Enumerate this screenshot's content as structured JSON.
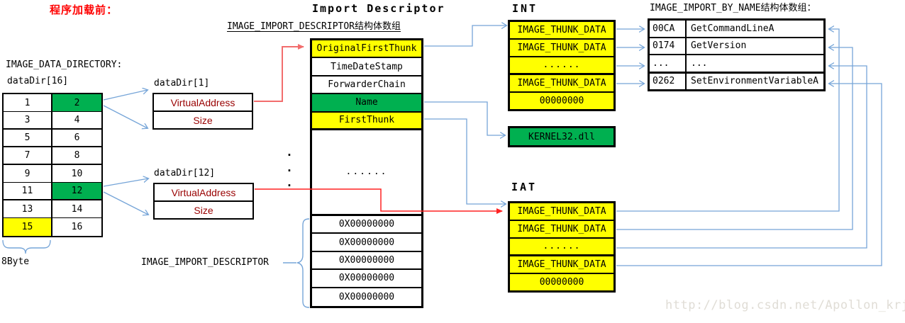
{
  "page": {
    "stage_label": "程序加载前：",
    "watermark": "http://blog.csdn.net/Apollon_krj"
  },
  "colors": {
    "highlight_green": "#00b050",
    "highlight_yellow": "#ffff00",
    "arrow_blue": "#76a5d8",
    "arrow_red_light": "#f26d6d",
    "arrow_red": "#ff2222",
    "field_text_dark_red": "#990000",
    "stage_label_red": "#ff0000",
    "watermark_gray": "#e0ddd6"
  },
  "data_directory": {
    "heading": "IMAGE_DATA_DIRECTORY:",
    "array_label": "dataDir[16]",
    "byte_label": "8Byte",
    "cells": [
      {
        "value": "1"
      },
      {
        "value": "2",
        "bg": "bg-green"
      },
      {
        "value": "3"
      },
      {
        "value": "4"
      },
      {
        "value": "5"
      },
      {
        "value": "6"
      },
      {
        "value": "7"
      },
      {
        "value": "8"
      },
      {
        "value": "9"
      },
      {
        "value": "10"
      },
      {
        "value": "11"
      },
      {
        "value": "12",
        "bg": "bg-green"
      },
      {
        "value": "13"
      },
      {
        "value": "14"
      },
      {
        "value": "15",
        "bg": "bg-yellow"
      },
      {
        "value": "16"
      }
    ]
  },
  "data_dir_entry_1": {
    "label": "dataDir[1]",
    "fields": [
      "VirtualAddress",
      "Size"
    ]
  },
  "data_dir_entry_12": {
    "label": "dataDir[12]",
    "fields": [
      "VirtualAddress",
      "Size"
    ]
  },
  "import_descriptor": {
    "title": "Import Descriptor",
    "array_label": "IMAGE_IMPORT_DESCRIPTOR结构体数组",
    "struct_label": "IMAGE_IMPORT_DESCRIPTOR",
    "ellipsis": "......",
    "side_dots": [
      ".",
      ".",
      "."
    ],
    "fields": [
      {
        "label": "OriginalFirstThunk",
        "bg": "bg-yellow"
      },
      {
        "label": "TimeDateStamp"
      },
      {
        "label": "ForwarderChain"
      },
      {
        "label": "Name",
        "bg": "bg-green"
      },
      {
        "label": "FirstThunk",
        "bg": "bg-yellow"
      }
    ],
    "zero_rows": [
      "0X00000000",
      "0X00000000",
      "0X00000000",
      "0X00000000",
      "0X00000000"
    ]
  },
  "int_table": {
    "title": "INT",
    "rows": [
      "IMAGE_THUNK_DATA",
      "IMAGE_THUNK_DATA",
      "......",
      "IMAGE_THUNK_DATA",
      "00000000"
    ]
  },
  "dll_box": {
    "label": "KERNEL32.dll"
  },
  "iat_table": {
    "title": "IAT",
    "rows": [
      "IMAGE_THUNK_DATA",
      "IMAGE_THUNK_DATA",
      "......",
      "IMAGE_THUNK_DATA",
      "00000000"
    ]
  },
  "import_by_name": {
    "title": "IMAGE_IMPORT_BY_NAME结构体数组：",
    "rows": [
      {
        "ordinal": "00CA",
        "name": "GetCommandLineA"
      },
      {
        "ordinal": "0174",
        "name": "GetVersion"
      },
      {
        "ordinal": "...",
        "name": "..."
      },
      {
        "ordinal": "0262",
        "name": "SetEnvironmentVariableA"
      }
    ]
  }
}
